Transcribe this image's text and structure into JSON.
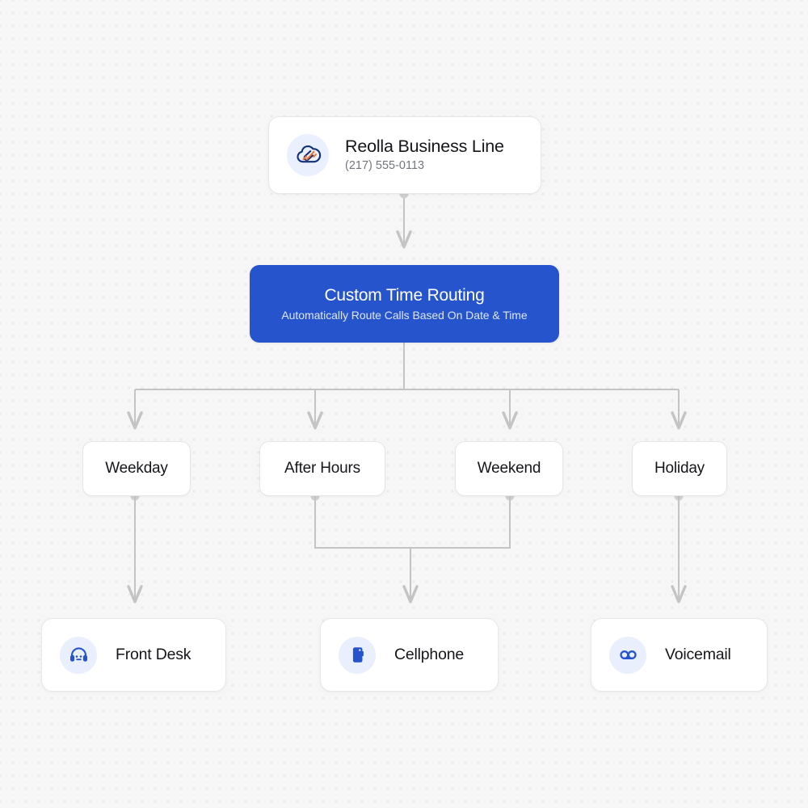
{
  "canvas": {
    "background_color": "#f6f6f6",
    "dot_color": "#e3e3e3",
    "edge_color": "#c7c7c7",
    "accent_color": "#2554cc"
  },
  "source": {
    "icon": "cloud-logo-icon",
    "title": "Reolla Business Line",
    "phone": "(217) 555-0113"
  },
  "router": {
    "title": "Custom Time Routing",
    "subtitle": "Automatically Route Calls Based On Date & Time",
    "color": "#2554cc"
  },
  "conditions": [
    {
      "label": "Weekday"
    },
    {
      "label": "After Hours"
    },
    {
      "label": "Weekend"
    },
    {
      "label": "Holiday"
    }
  ],
  "destinations": [
    {
      "label": "Front Desk",
      "icon": "headset-agent-icon"
    },
    {
      "label": "Cellphone",
      "icon": "mobile-phone-icon"
    },
    {
      "label": "Voicemail",
      "icon": "voicemail-reels-icon"
    }
  ]
}
